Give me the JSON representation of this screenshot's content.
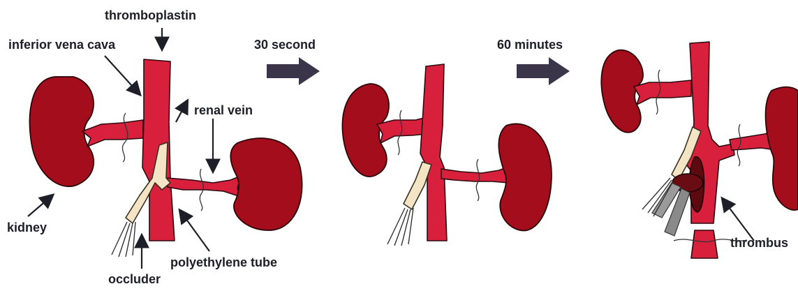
{
  "labels": {
    "thromboplastin": "thromboplastin",
    "inferior_vena_cava": "inferior vena cava",
    "renal_vein": "renal vein",
    "kidney": "kidney",
    "occluder": "occluder",
    "polyethylene_tube": "polyethylene tube",
    "thrombus": "thrombus"
  },
  "steps": {
    "step1": "30 second",
    "step2": "60 minutes"
  },
  "colors": {
    "vein": "#d8203c",
    "kidney": "#a40d1c",
    "tube": "#f2e4c4",
    "thrombus": "#5c0a10",
    "arrow": "#3a3548",
    "clamp": "#9a9a9a"
  }
}
